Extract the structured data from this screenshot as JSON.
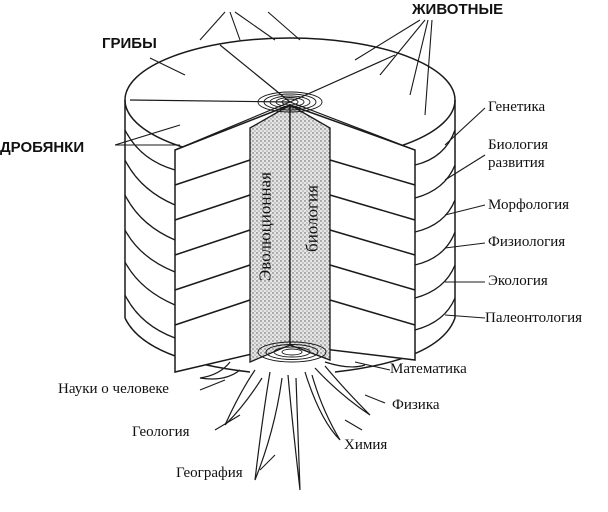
{
  "labels": {
    "fungi": "ГРИБЫ",
    "animals": "ЖИВОТНЫЕ",
    "bacteria": "ДРОБЯНКИ",
    "genetics": "Генетика",
    "dev_bio_line1": "Биология",
    "dev_bio_line2": "развития",
    "morphology": "Морфология",
    "physiology": "Физиология",
    "ecology": "Экология",
    "paleontology": "Палеонтология",
    "human_sciences": "Науки о человеке",
    "mathematics": "Математика",
    "physics": "Физика",
    "geology": "Геология",
    "chemistry": "Химия",
    "geography": "География"
  },
  "core_text": {
    "line1": "Эволюционная",
    "line2": "биология"
  },
  "colors": {
    "ink": "#1a1a1a",
    "background": "#ffffff",
    "core_fill": "#cfcfcf"
  }
}
